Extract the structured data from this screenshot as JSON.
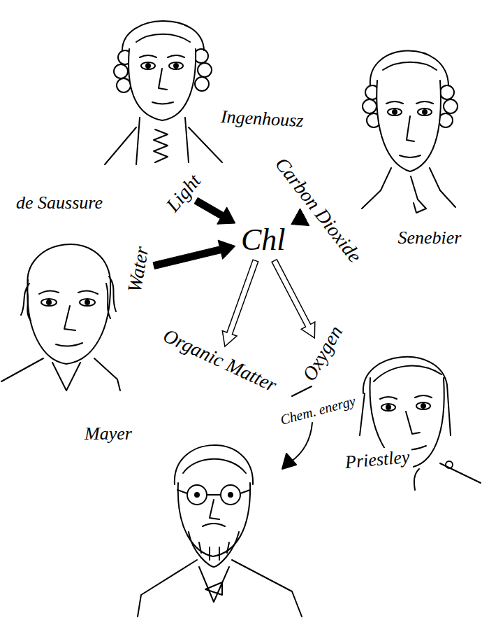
{
  "diagram": {
    "nodes": [
      {
        "text": [
          "Light"
        ]
      },
      {
        "text": [
          "Carbon Dioxide"
        ]
      },
      {
        "text": [
          "Water"
        ]
      },
      {
        "text": [
          "Chl"
        ]
      },
      {
        "text": [
          "Organic Matter"
        ]
      },
      {
        "text": [
          "Oxygen"
        ]
      }
    ],
    "edges": [
      {
        "from": 0,
        "to": 3,
        "arrow": "to"
      },
      {
        "from": 1,
        "to": 3,
        "arrow": "to"
      },
      {
        "from": 2,
        "to": 3,
        "arrow": "to"
      },
      {
        "from": 3,
        "to": 4,
        "arrow": "to"
      },
      {
        "from": 3,
        "to": 5,
        "arrow": "to"
      }
    ],
    "labels": [
      "Ingenhousz",
      "Senebier",
      "de Saussure",
      "Priestley",
      "Mayer",
      "Chem. energy"
    ]
  }
}
